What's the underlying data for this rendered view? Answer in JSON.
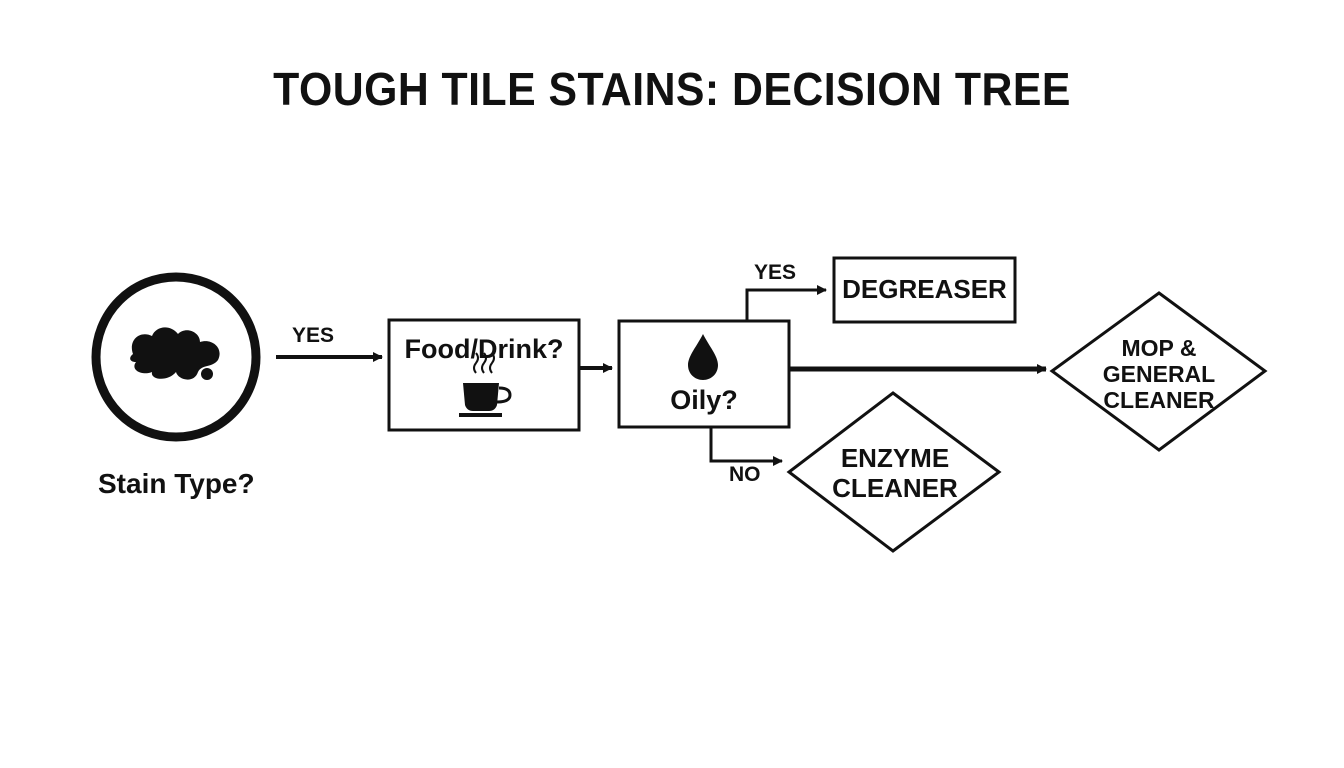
{
  "title": "TOUGH TILE STAINS: DECISION TREE",
  "start": {
    "label": "Stain Type?",
    "icon": "spill-icon"
  },
  "edges": {
    "yes_to_food": "YES",
    "yes_to_degreaser": "YES",
    "no_to_enzyme": "NO"
  },
  "nodes": {
    "food_drink": {
      "label": "Food/Drink?",
      "icon": "coffee-cup-icon"
    },
    "oily": {
      "label": "Oily?",
      "icon": "oil-drop-icon"
    },
    "degreaser": {
      "label": "DEGREASER"
    },
    "enzyme": {
      "line1": "ENZYME",
      "line2": "CLEANER"
    },
    "mop": {
      "line1": "MOP &",
      "line2": "GENERAL",
      "line3": "CLEANER"
    }
  },
  "colors": {
    "ink": "#111111",
    "background": "#ffffff"
  }
}
